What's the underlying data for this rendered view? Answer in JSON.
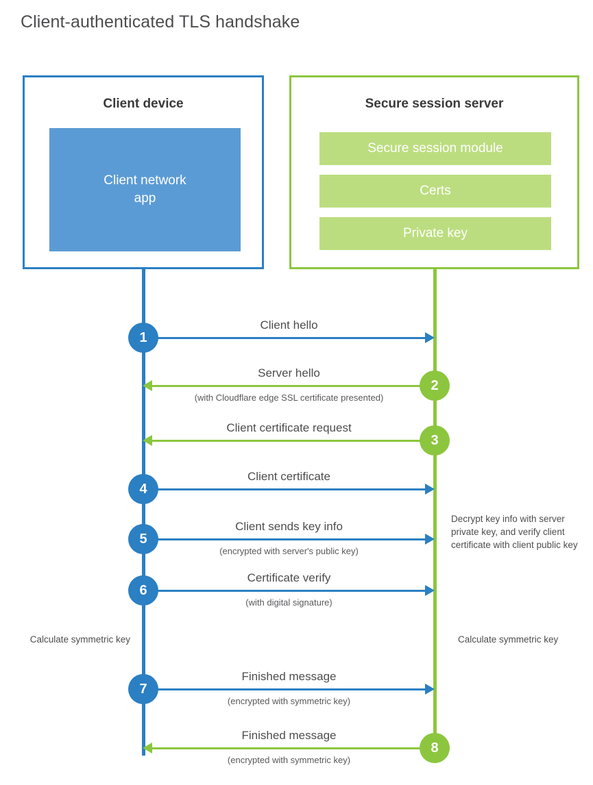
{
  "title": "Client-authenticated TLS handshake",
  "colors": {
    "client_blue": "#2b7fc3",
    "client_app_fill": "#5b9bd5",
    "server_green": "#8cc63e",
    "server_bar_fill": "#bcdd7f",
    "text_gray": "#4d4d4f"
  },
  "client": {
    "title": "Client device",
    "app_label": "Client network\napp"
  },
  "server": {
    "title": "Secure session server",
    "bars": [
      {
        "label": "Secure session module"
      },
      {
        "label": "Certs"
      },
      {
        "label": "Private key"
      }
    ]
  },
  "steps": [
    {
      "number": "1",
      "side": "client",
      "direction": "to-server",
      "label": "Client hello",
      "sub": ""
    },
    {
      "number": "2",
      "side": "server",
      "direction": "to-client",
      "label": "Server hello",
      "sub": "(with Cloudflare edge SSL certificate presented)"
    },
    {
      "number": "3",
      "side": "server",
      "direction": "to-client",
      "label": "Client certificate request",
      "sub": ""
    },
    {
      "number": "4",
      "side": "client",
      "direction": "to-server",
      "label": "Client certificate",
      "sub": ""
    },
    {
      "number": "5",
      "side": "client",
      "direction": "to-server",
      "label": "Client sends key info",
      "sub": "(encrypted with server's public key)"
    },
    {
      "number": "6",
      "side": "client",
      "direction": "to-server",
      "label": "Certificate verify",
      "sub": "(with digital signature)"
    },
    {
      "number": "7",
      "side": "client",
      "direction": "to-server",
      "label": "Finished message",
      "sub": "(encrypted with symmetric key)"
    },
    {
      "number": "8",
      "side": "server",
      "direction": "to-client",
      "label": "Finished message",
      "sub": "(encrypted with symmetric key)"
    }
  ],
  "notes": {
    "decrypt": "Decrypt key info with server private key, and verify client certificate with client public key",
    "calculate_client": "Calculate symmetric key",
    "calculate_server": "Calculate symmetric key"
  }
}
